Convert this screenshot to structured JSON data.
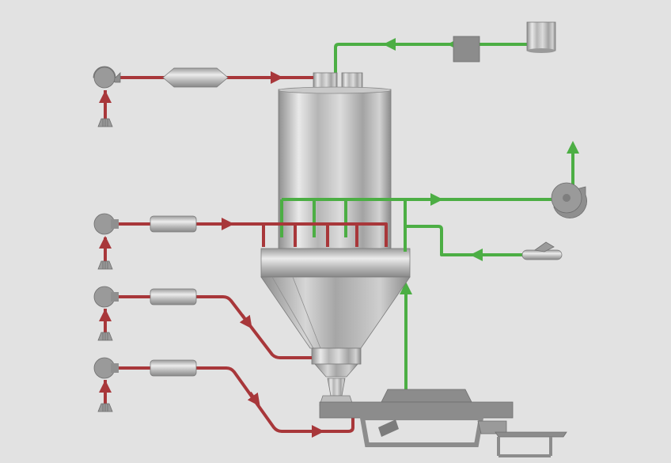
{
  "diagram": {
    "description_free": true,
    "colors": {
      "background": "#e2e2e2",
      "hot_air": "#a8373a",
      "process_air": "#4cae44",
      "steel_light": "#d7d7d7",
      "steel_mid": "#a9a9a9",
      "steel_dark": "#7b7b7b",
      "machine_grey": "#8c8c8c"
    },
    "components": [
      {
        "id": "inlet-fan-1",
        "icon": "fan-icon"
      },
      {
        "id": "inlet-fan-2",
        "icon": "fan-icon"
      },
      {
        "id": "inlet-fan-3",
        "icon": "fan-icon"
      },
      {
        "id": "inlet-fan-4",
        "icon": "fan-icon"
      },
      {
        "id": "main-heater",
        "icon": "heater-icon"
      },
      {
        "id": "heater-2",
        "icon": "heater-icon"
      },
      {
        "id": "heater-3",
        "icon": "heater-icon"
      },
      {
        "id": "heater-4",
        "icon": "heater-icon"
      },
      {
        "id": "drying-chamber",
        "icon": "spray-dryer-icon"
      },
      {
        "id": "feed-tank",
        "icon": "tank-icon"
      },
      {
        "id": "feed-pump",
        "icon": "pump-icon"
      },
      {
        "id": "exhaust-fan",
        "icon": "fan-icon"
      },
      {
        "id": "cyclone-return-unit",
        "icon": "blower-icon"
      },
      {
        "id": "vibro-fluidizer",
        "icon": "fluid-bed-icon"
      }
    ]
  }
}
